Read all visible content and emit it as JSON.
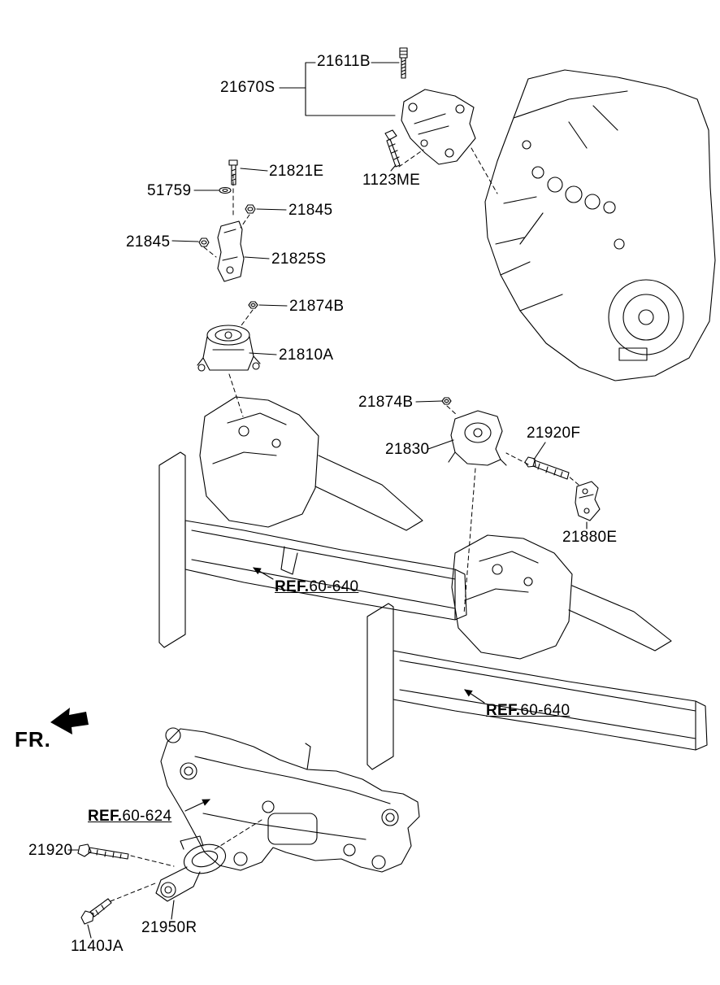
{
  "diagram": {
    "fr_label": "FR.",
    "parts": {
      "stud_21611B": "21611B",
      "bracket_assy_21670S": "21670S",
      "bolt_1123ME": "1123ME",
      "bolt_21821E": "21821E",
      "washer_51759": "51759",
      "nut_21845_upper": "21845",
      "nut_21845_lower": "21845",
      "bracket_21825S": "21825S",
      "nut_21874B_engine": "21874B",
      "insulator_21810A": "21810A",
      "nut_21874B_trans": "21874B",
      "insulator_21830": "21830",
      "bolt_21920F": "21920F",
      "bracket_21880E": "21880E",
      "bolt_21920": "21920",
      "roll_rod_21950R": "21950R",
      "bolt_1140JA": "1140JA"
    },
    "refs": {
      "side_member_a": {
        "prefix": "REF.",
        "number": "60-640"
      },
      "side_member_b": {
        "prefix": "REF.",
        "number": "60-640"
      },
      "crossmember": {
        "prefix": "REF.",
        "number": "60-624"
      }
    },
    "colors": {
      "line": "#000000",
      "background": "#ffffff"
    }
  }
}
